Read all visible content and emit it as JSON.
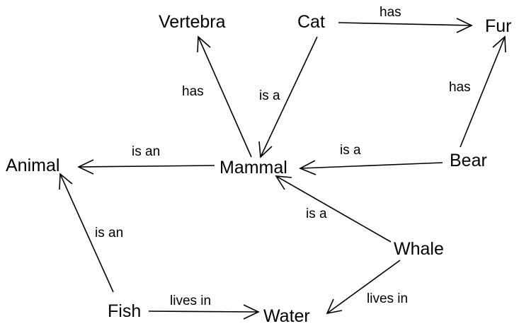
{
  "nodes": {
    "cat": "Cat",
    "vertebra": "Vertebra",
    "fur": "Fur",
    "animal": "Animal",
    "mammal": "Mammal",
    "bear": "Bear",
    "whale": "Whale",
    "fish": "Fish",
    "water": "Water"
  },
  "edges": {
    "cat_fur": "has",
    "mammal_vertebra": "has",
    "cat_mammal": "is a",
    "bear_fur": "has",
    "mammal_animal": "is an",
    "bear_mammal": "is a",
    "whale_mammal": "is a",
    "fish_animal": "is an",
    "fish_water": "lives in",
    "whale_water": "lives in"
  },
  "colors": {
    "stroke": "#000000",
    "background": "#ffffff"
  }
}
